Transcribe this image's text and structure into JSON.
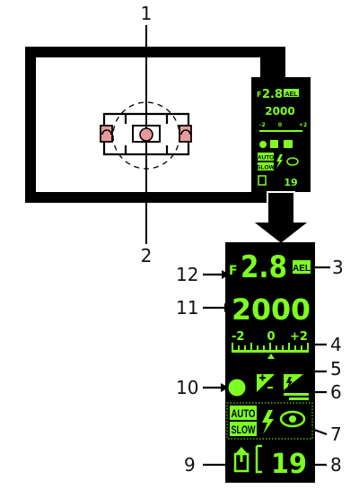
{
  "callouts": [
    "1",
    "2",
    "3",
    "4",
    "5",
    "6",
    "7",
    "8",
    "9",
    "10",
    "11",
    "12"
  ],
  "display": {
    "f_prefix": "F",
    "aperture": "2.8",
    "ael": "AEL",
    "shutter": "2000",
    "scale": {
      "minus": "-2",
      "zero": "0",
      "plus": "+2"
    },
    "auto": "AUTO",
    "slow": "SLOW",
    "frames": "19"
  },
  "mini_display": {
    "f_prefix": "F",
    "aperture": "2.8",
    "ael": "AEL",
    "shutter": "2000",
    "scale": {
      "minus": "-2",
      "zero": "0",
      "plus": "+2"
    },
    "auto": "AUTO",
    "slow": "SLOW",
    "frames": "19"
  },
  "colors": {
    "lcd": "#7dff1f",
    "panel": "#000000",
    "focus": "#e89a9a"
  }
}
